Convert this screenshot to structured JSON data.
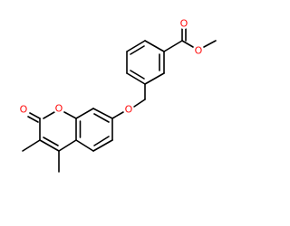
{
  "molecule": {
    "atoms": {
      "ring_oxygen": {
        "label": "O",
        "color": "#ff0d0d"
      },
      "carbonyl_oxygen": {
        "label": "O",
        "color": "#ff0d0d"
      },
      "ether_oxygen": {
        "label": "O",
        "color": "#ff0d0d"
      },
      "ester_carbonyl_oxygen": {
        "label": "O",
        "color": "#ff0d0d"
      },
      "ester_oxygen": {
        "label": "O",
        "color": "#ff0d0d"
      }
    },
    "bond_color": "#000000",
    "background_color": "#ffffff"
  }
}
